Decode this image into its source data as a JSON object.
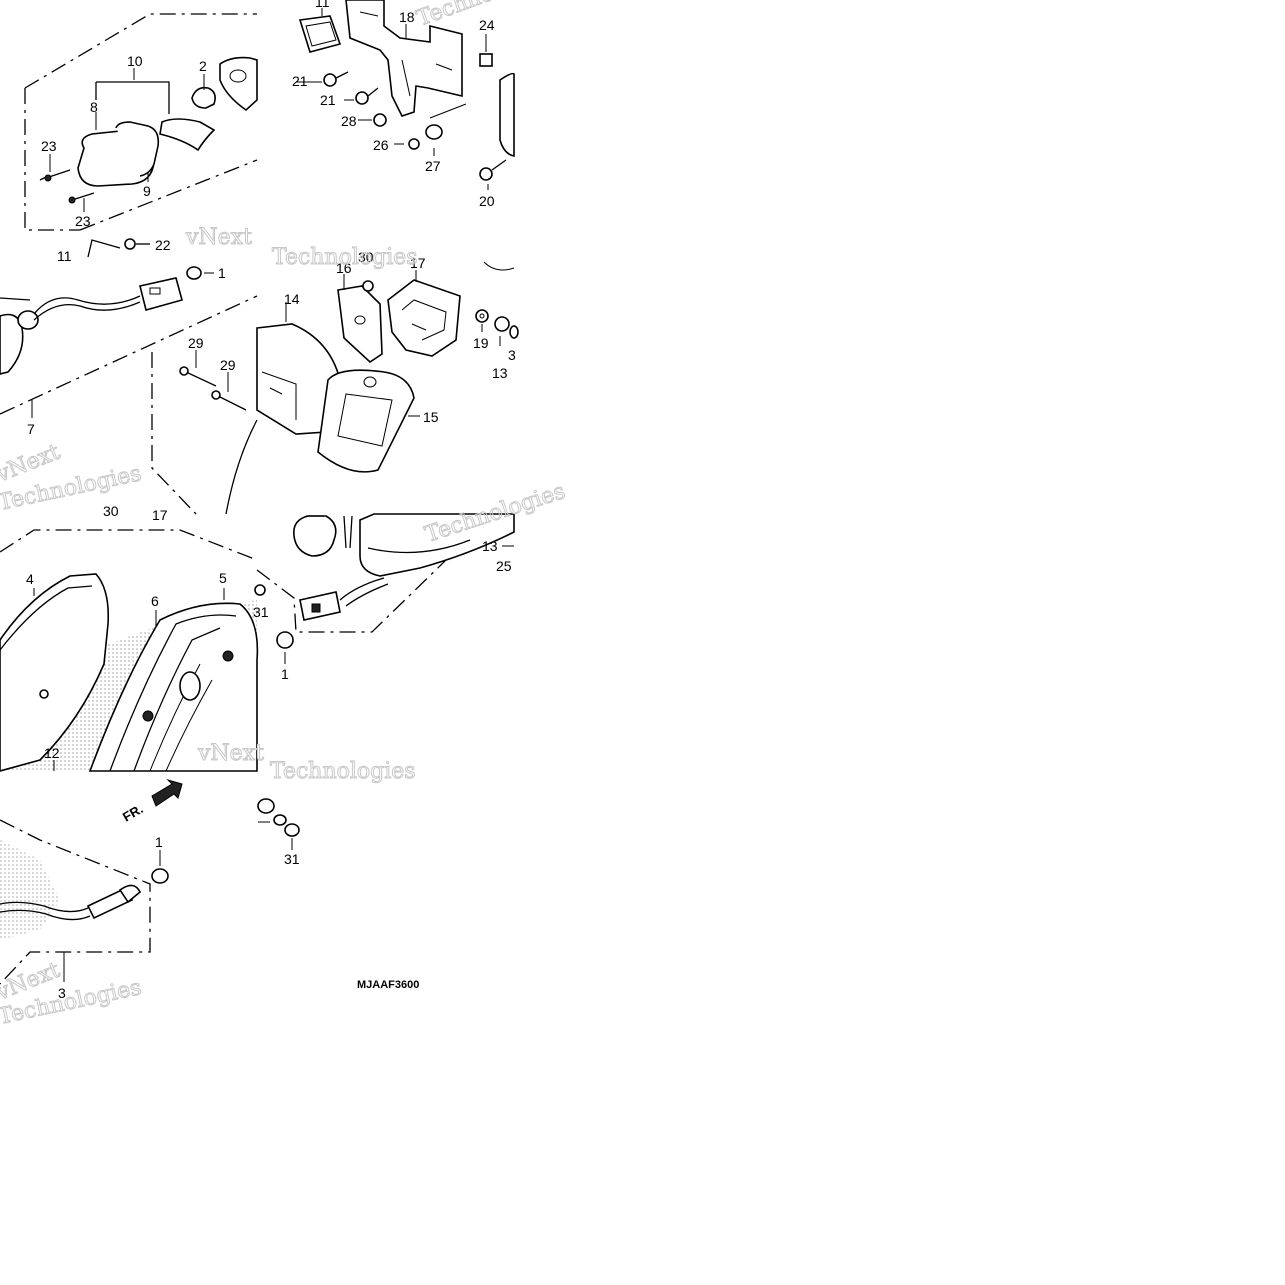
{
  "diagram_code": "MJAAF3600",
  "direction_label": "FR.",
  "watermark": {
    "brand_a": "vNext",
    "brand_b": "Technologies"
  },
  "callouts": [
    {
      "id": "c-11a",
      "text": "11"
    },
    {
      "id": "c-18",
      "text": "18"
    },
    {
      "id": "c-24",
      "text": "24"
    },
    {
      "id": "c-21a",
      "text": "21"
    },
    {
      "id": "c-21b",
      "text": "21"
    },
    {
      "id": "c-28",
      "text": "28"
    },
    {
      "id": "c-26",
      "text": "26"
    },
    {
      "id": "c-27",
      "text": "27"
    },
    {
      "id": "c-20",
      "text": "20"
    },
    {
      "id": "c-10",
      "text": "10"
    },
    {
      "id": "c-2",
      "text": "2"
    },
    {
      "id": "c-8",
      "text": "8"
    },
    {
      "id": "c-23a",
      "text": "23"
    },
    {
      "id": "c-9",
      "text": "9"
    },
    {
      "id": "c-23b",
      "text": "23"
    },
    {
      "id": "c-22",
      "text": "22"
    },
    {
      "id": "c-11b",
      "text": "11"
    },
    {
      "id": "c-1a",
      "text": "1"
    },
    {
      "id": "c-7",
      "text": "7"
    },
    {
      "id": "c-30a",
      "text": "30"
    },
    {
      "id": "c-17a",
      "text": "17"
    },
    {
      "id": "c-16",
      "text": "16"
    },
    {
      "id": "c-30b",
      "text": "30"
    },
    {
      "id": "c-17b",
      "text": "17"
    },
    {
      "id": "c-14",
      "text": "14"
    },
    {
      "id": "c-29a",
      "text": "29"
    },
    {
      "id": "c-29b",
      "text": "29"
    },
    {
      "id": "c-15",
      "text": "15"
    },
    {
      "id": "c-19",
      "text": "19"
    },
    {
      "id": "c-3x",
      "text": "3"
    },
    {
      "id": "c-13a",
      "text": "13"
    },
    {
      "id": "c-4",
      "text": "4"
    },
    {
      "id": "c-5",
      "text": "5"
    },
    {
      "id": "c-6",
      "text": "6"
    },
    {
      "id": "c-31a",
      "text": "31"
    },
    {
      "id": "c-12",
      "text": "12"
    },
    {
      "id": "c-13b",
      "text": "13"
    },
    {
      "id": "c-25",
      "text": "25"
    },
    {
      "id": "c-1b",
      "text": "1"
    },
    {
      "id": "c-1c",
      "text": "1"
    },
    {
      "id": "c-31b",
      "text": "31"
    },
    {
      "id": "c-3",
      "text": "3"
    }
  ]
}
